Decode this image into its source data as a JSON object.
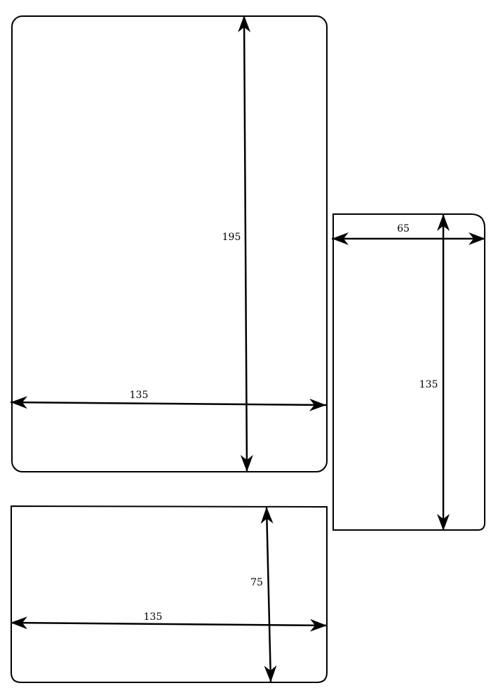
{
  "diagram": {
    "panels": [
      {
        "name": "large-panel",
        "dimensions": [
          {
            "name": "height",
            "label": "195"
          },
          {
            "name": "width",
            "label": "135"
          }
        ]
      },
      {
        "name": "side-panel",
        "dimensions": [
          {
            "name": "width",
            "label": "65"
          },
          {
            "name": "height",
            "label": "135"
          }
        ]
      },
      {
        "name": "bottom-panel",
        "dimensions": [
          {
            "name": "height",
            "label": "75"
          },
          {
            "name": "width",
            "label": "135"
          }
        ]
      }
    ],
    "colors": {
      "stroke": "#000000",
      "background": "#ffffff"
    }
  }
}
